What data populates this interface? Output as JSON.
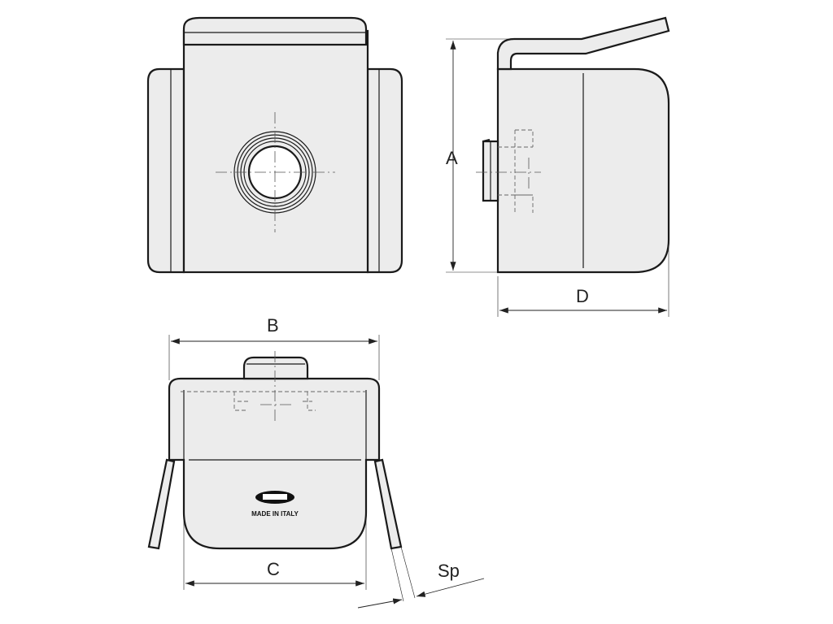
{
  "labels": {
    "A": "A",
    "B": "B",
    "C": "C",
    "D": "D",
    "Sp": "Sp"
  },
  "marking": "MADE IN ITALY",
  "colors": {
    "fill": "#ececec",
    "stroke": "#1a1a1a"
  }
}
